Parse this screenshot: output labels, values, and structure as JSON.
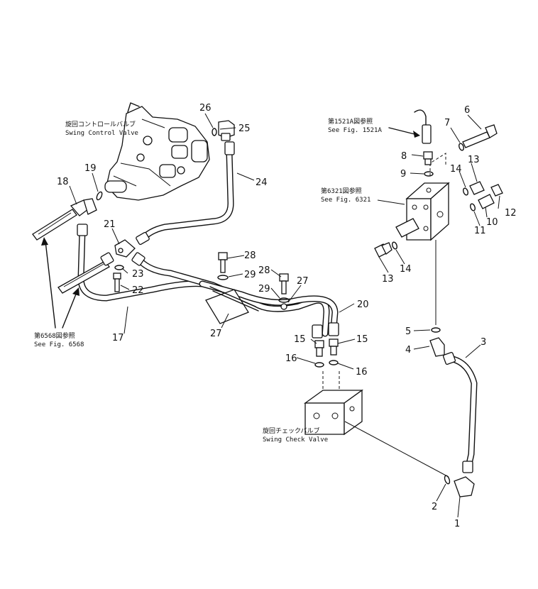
{
  "references": {
    "swing_control_valve_jp": "旋回コントロールバルブ",
    "swing_control_valve_en": "Swing Control Valve",
    "fig_1521a_jp": "第1521A図参照",
    "fig_1521a_en": "See Fig. 1521A",
    "fig_6321_jp": "第6321図参照",
    "fig_6321_en": "See Fig. 6321",
    "fig_6568_jp": "第6568図参照",
    "fig_6568_en": "See Fig. 6568",
    "swing_check_valve_jp": "旋回チェックバルブ",
    "swing_check_valve_en": "Swing Check Valve"
  },
  "part_numbers": {
    "p1": "1",
    "p2": "2",
    "p3": "3",
    "p4": "4",
    "p5": "5",
    "p6": "6",
    "p7": "7",
    "p8": "8",
    "p9": "9",
    "p10": "10",
    "p11": "11",
    "p12": "12",
    "p13a": "13",
    "p13b": "13",
    "p14a": "14",
    "p14b": "14",
    "p15a": "15",
    "p15b": "15",
    "p16a": "16",
    "p16b": "16",
    "p17": "17",
    "p18": "18",
    "p19": "19",
    "p20": "20",
    "p21": "21",
    "p22": "22",
    "p23": "23",
    "p24": "24",
    "p25": "25",
    "p26": "26",
    "p27a": "27",
    "p27b": "27",
    "p28a": "28",
    "p28b": "28",
    "p29a": "29",
    "p29b": "29"
  }
}
